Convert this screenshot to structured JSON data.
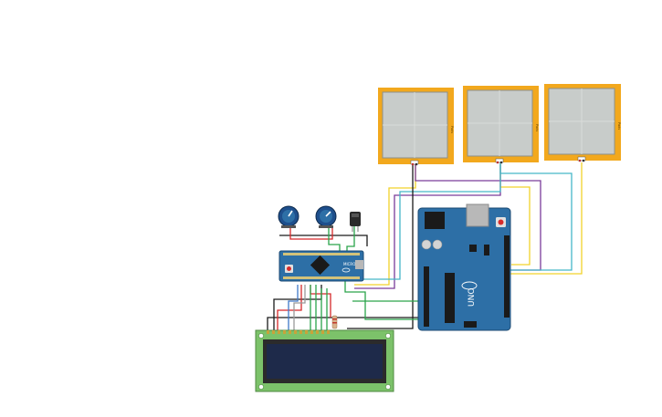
{
  "colors": {
    "background": "#ffffff",
    "pad_border": "#f2a81d",
    "pad_surface": "#c8ccca",
    "board_blue": "#2d6fa6",
    "lcd_green": "#7cc26a",
    "lcd_screen": "#1e2a4a",
    "wire_yellow": "#f2d22a",
    "wire_purple": "#7a3c9a",
    "wire_cyan": "#46b6c8",
    "wire_green": "#2aa44a",
    "wire_red": "#d6282a",
    "wire_black": "#1a1a1a"
  },
  "components": {
    "force_sensor_pad": {
      "label": "Pads"
    },
    "arduino_micro": {
      "label": "MICRO"
    },
    "arduino_uno": {
      "label": "UNO"
    }
  }
}
